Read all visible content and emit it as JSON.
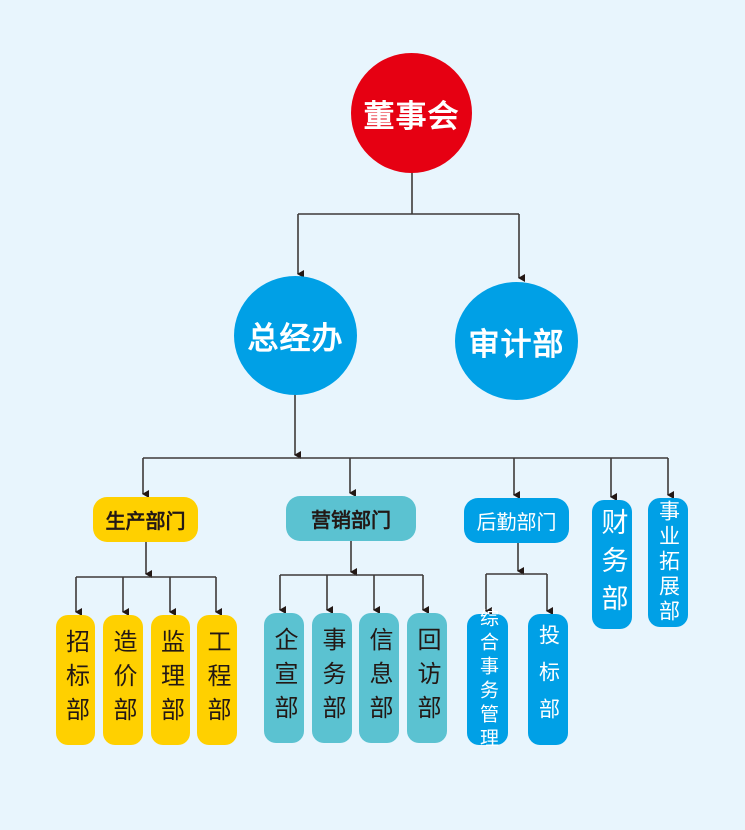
{
  "colors": {
    "background": "#E8F5FD",
    "board": "#E60012",
    "executive": "#00A0E6",
    "production": "#FFD000",
    "marketing": "#5BC2D1",
    "logistics": "#00A0E6",
    "line": "#3E3A39"
  },
  "org": {
    "board": {
      "label": "董事会"
    },
    "general_office": {
      "label": "总经办"
    },
    "audit": {
      "label": "审计部"
    },
    "production": {
      "label": "生产部门",
      "children": [
        "招标部",
        "造价部",
        "监理部",
        "工程部"
      ]
    },
    "marketing": {
      "label": "营销部门",
      "children": [
        "企宣部",
        "事务部",
        "信息部",
        "回访部"
      ]
    },
    "logistics": {
      "label": "后勤部门",
      "children": [
        "综合事务管理",
        "投标部"
      ]
    },
    "finance": {
      "label": "财务部"
    },
    "business_dev": {
      "label": "事业拓展部"
    }
  }
}
